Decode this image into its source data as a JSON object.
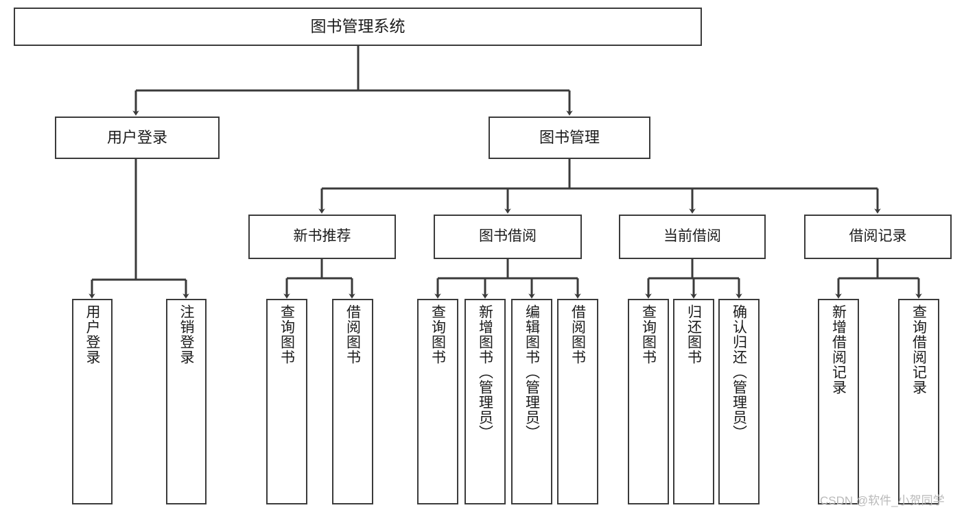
{
  "diagram": {
    "title": "图书管理系统",
    "type": "tree-hierarchy-diagram",
    "watermark": "CSDN @软件_小贺同学",
    "line_color": "#3a3a3a",
    "box_fill": "#ffffff",
    "text_color": "#1b1b1b",
    "nodes": {
      "root": {
        "label": "图书管理系统"
      },
      "level2": [
        {
          "label": "用户登录"
        },
        {
          "label": "图书管理"
        }
      ],
      "level3": [
        {
          "label": "新书推荐"
        },
        {
          "label": "图书借阅"
        },
        {
          "label": "当前借阅"
        },
        {
          "label": "借阅记录"
        }
      ],
      "leaves_user_login": [
        {
          "label": "用户登录"
        },
        {
          "label": "注销登录"
        }
      ],
      "leaves_new_book": [
        {
          "label": "查询图书"
        },
        {
          "label": "借阅图书"
        }
      ],
      "leaves_borrow": [
        {
          "label": "查询图书"
        },
        {
          "label": "新增图书（管理员）"
        },
        {
          "label": "编辑图书（管理员）"
        },
        {
          "label": "借阅图书"
        }
      ],
      "leaves_current": [
        {
          "label": "查询图书"
        },
        {
          "label": "归还图书"
        },
        {
          "label": "确认归还（管理员）"
        }
      ],
      "leaves_record": [
        {
          "label": "新增借阅记录"
        },
        {
          "label": "查询借阅记录"
        }
      ]
    }
  }
}
